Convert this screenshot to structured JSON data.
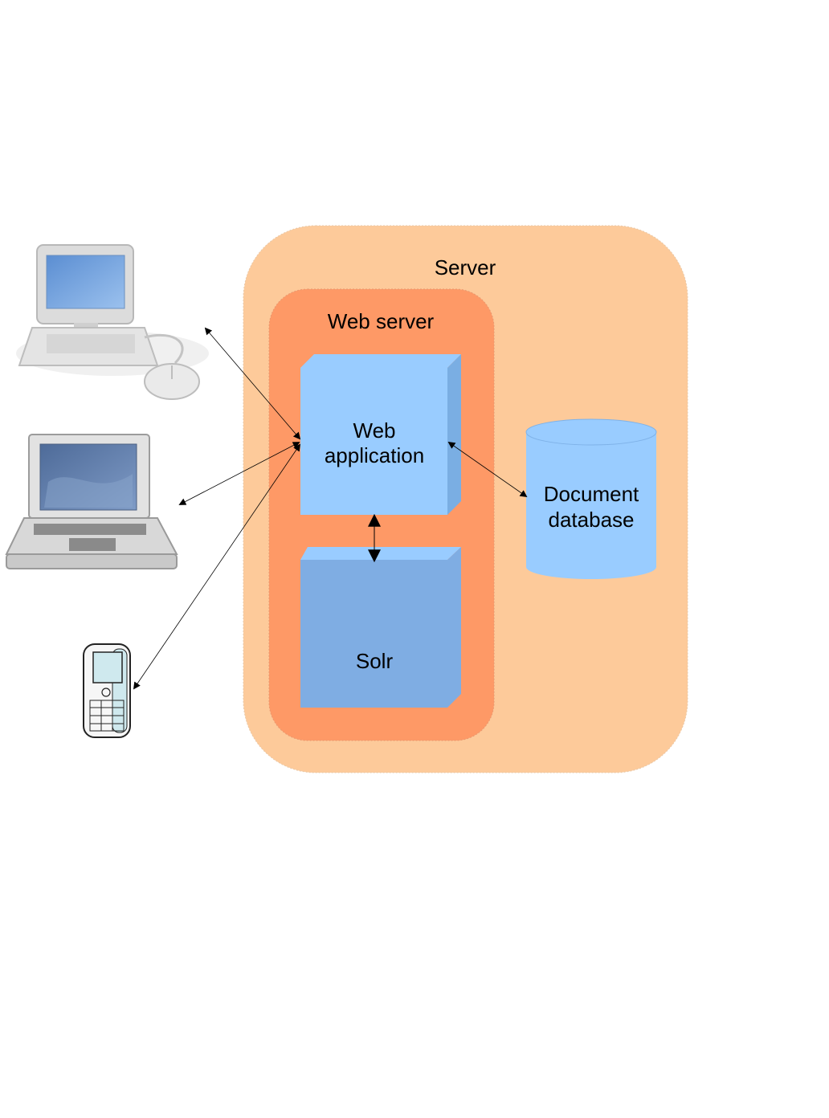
{
  "diagram": {
    "server": {
      "label": "Server",
      "fill": "#fdca9a"
    },
    "web_server": {
      "label": "Web server",
      "fill": "#fe9966"
    },
    "web_application": {
      "label_line1": "Web",
      "label_line2": "application",
      "fill": "#99ccff"
    },
    "solr": {
      "label": "Solr",
      "fill": "#7fade3"
    },
    "document_database": {
      "label_line1": "Document",
      "label_line2": "database",
      "fill": "#99ccff"
    },
    "clients": [
      {
        "name": "desktop-computer-icon"
      },
      {
        "name": "laptop-icon"
      },
      {
        "name": "mobile-phone-icon"
      }
    ]
  }
}
